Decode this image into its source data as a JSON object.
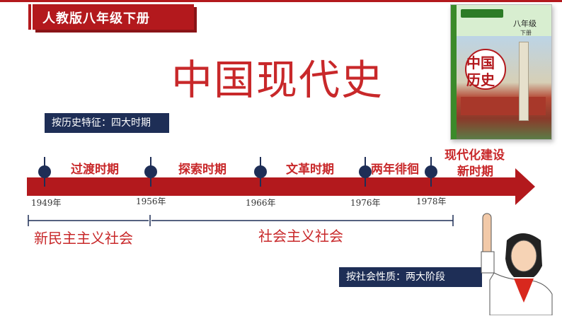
{
  "header": {
    "badge": "人教版八年级下册",
    "title": "中国现代史"
  },
  "book_cover": {
    "title_line1": "中国",
    "title_line2": "历史",
    "grade": "八年级",
    "volume": "下册"
  },
  "tags": {
    "period_feature": "按历史特征：四大时期",
    "social_nature": "按社会性质：两大阶段"
  },
  "timeline": {
    "periods": [
      "过渡时期",
      "探索时期",
      "文革时期",
      "两年徘徊",
      "现代化建设",
      "新时期"
    ],
    "years": [
      "1949年",
      "1956年",
      "1966年",
      "1976年",
      "1978年"
    ]
  },
  "stages": [
    "新民主主义社会",
    "社会主义社会"
  ],
  "colors": {
    "primary_red": "#b3191d",
    "title_red": "#c8282a",
    "navy": "#1e2e56"
  }
}
